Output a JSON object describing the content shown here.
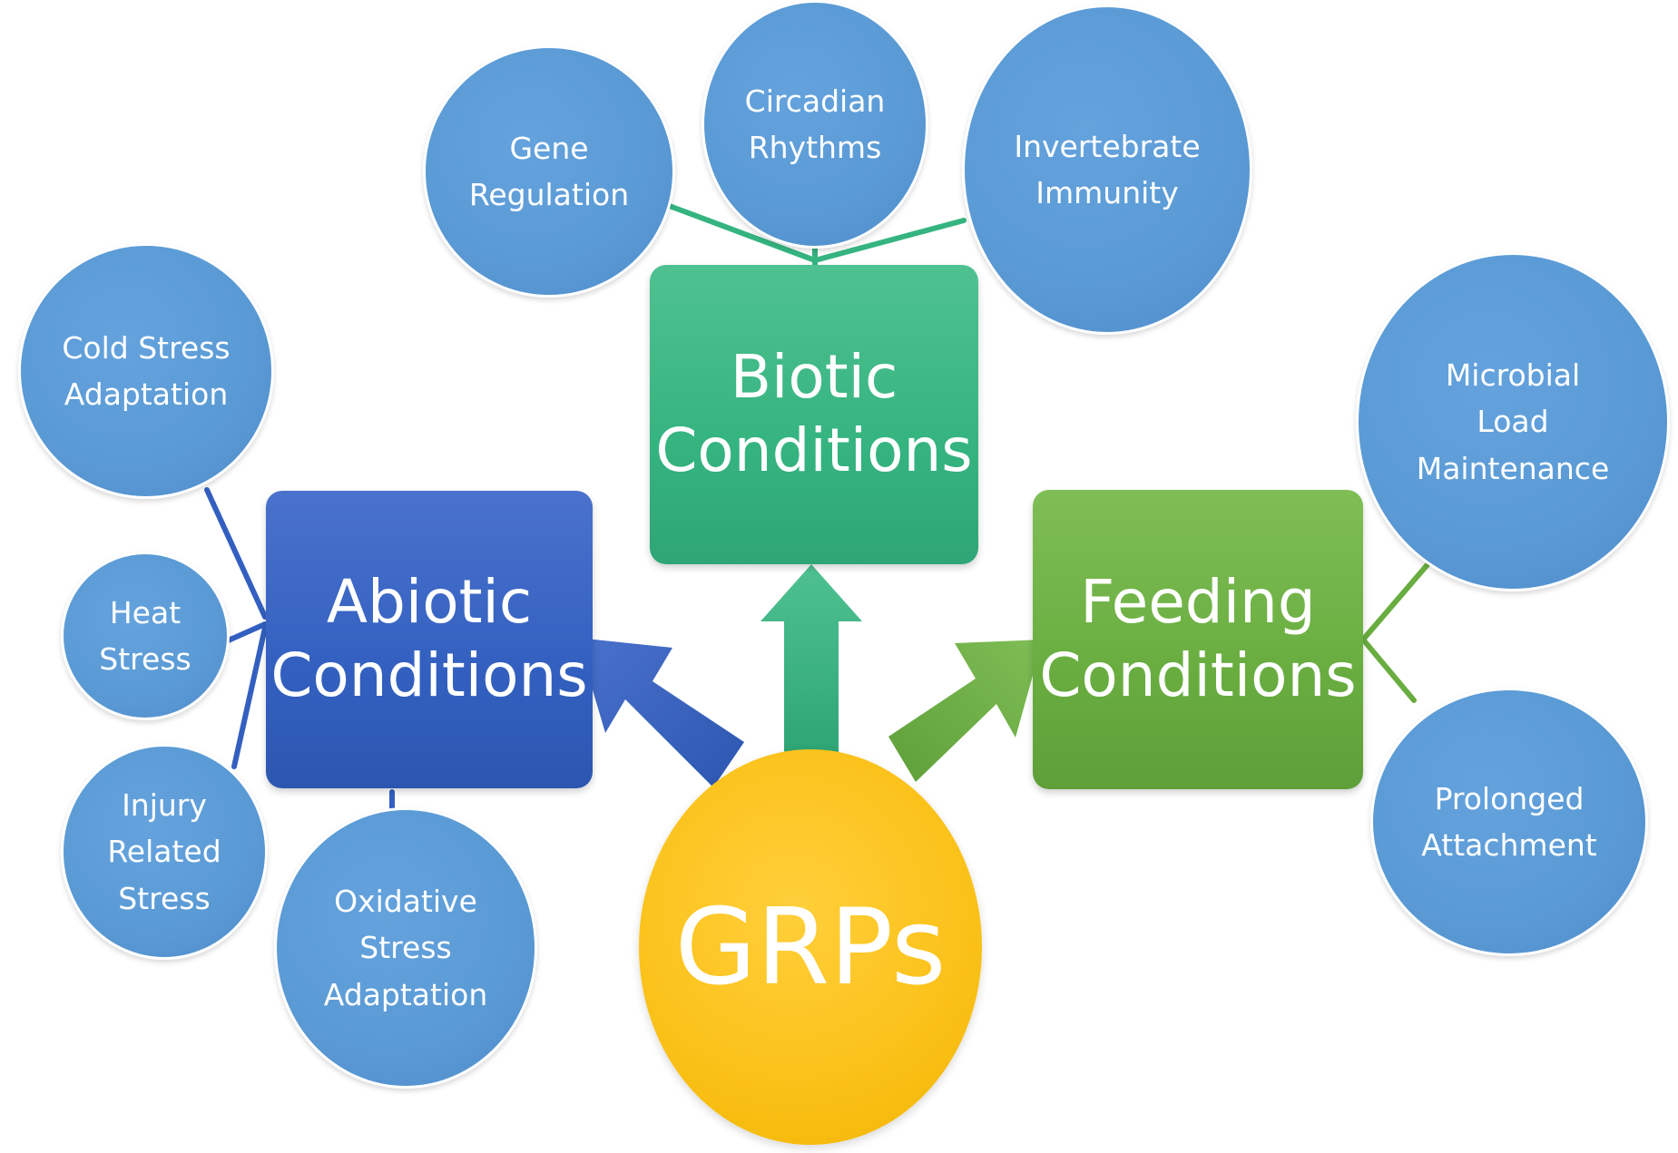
{
  "hub": {
    "label": "GRPs"
  },
  "categories": {
    "abiotic": {
      "line1": "Abiotic",
      "line2": "Conditions"
    },
    "biotic": {
      "line1": "Biotic",
      "line2": "Conditions"
    },
    "feeding": {
      "line1": "Feeding",
      "line2": "Conditions"
    }
  },
  "abiotic_items": [
    {
      "lines": [
        "Cold Stress",
        "Adaptation"
      ]
    },
    {
      "lines": [
        "Heat",
        "Stress"
      ]
    },
    {
      "lines": [
        "Injury",
        "Related",
        "Stress"
      ]
    },
    {
      "lines": [
        "Oxidative",
        "Stress",
        "Adaptation"
      ]
    }
  ],
  "biotic_items": [
    {
      "lines": [
        "Gene",
        "Regulation"
      ]
    },
    {
      "lines": [
        "Circadian",
        "Rhythms"
      ]
    },
    {
      "lines": [
        "Invertebrate",
        "Immunity"
      ]
    }
  ],
  "feeding_items": [
    {
      "lines": [
        "Microbial",
        "Load",
        "Maintenance"
      ]
    },
    {
      "lines": [
        "Prolonged",
        "Attachment"
      ]
    }
  ],
  "colors": {
    "circle": "#5b9bd5",
    "abiotic": "#3360c0",
    "biotic": "#35b480",
    "feeding": "#69ad40",
    "hub": "#fbc21b"
  }
}
